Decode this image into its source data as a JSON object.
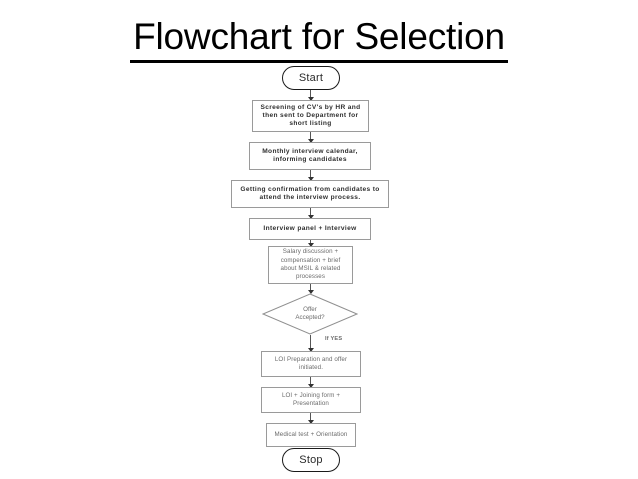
{
  "page": {
    "title": "Flowchart for Selection",
    "background_color": "#ffffff",
    "text_color": "#3d3d3d"
  },
  "chart_data": {
    "type": "diagram",
    "diagram_kind": "flowchart",
    "title": "Flowchart for Selection",
    "orientation": "top-to-bottom",
    "nodes": [
      {
        "id": "start",
        "shape": "terminal",
        "label": "Start"
      },
      {
        "id": "screening",
        "shape": "process",
        "label": "Screening of CV's by HR and then sent to Department for short listing"
      },
      {
        "id": "calendar",
        "shape": "process",
        "label": "Monthly interview calendar, informing candidates"
      },
      {
        "id": "confirm",
        "shape": "process",
        "label": "Getting confirmation from candidates to attend the interview process."
      },
      {
        "id": "panel",
        "shape": "process",
        "label": "Interview panel + Interview"
      },
      {
        "id": "salary",
        "shape": "process",
        "label": "Salary discussion + compensation + brief about MSIL & related processes"
      },
      {
        "id": "offer",
        "shape": "decision",
        "label": "Offer Accepted?"
      },
      {
        "id": "loi",
        "shape": "process",
        "label": "LOI Preparation and offer initiated."
      },
      {
        "id": "joining",
        "shape": "process",
        "label": "LOI + Joining form + Presentation"
      },
      {
        "id": "medical",
        "shape": "process",
        "label": "Medical test + Orientation"
      },
      {
        "id": "stop",
        "shape": "terminal",
        "label": "Stop"
      }
    ],
    "edges": [
      {
        "from": "start",
        "to": "screening",
        "label": ""
      },
      {
        "from": "screening",
        "to": "calendar",
        "label": ""
      },
      {
        "from": "calendar",
        "to": "confirm",
        "label": ""
      },
      {
        "from": "confirm",
        "to": "panel",
        "label": ""
      },
      {
        "from": "panel",
        "to": "salary",
        "label": ""
      },
      {
        "from": "salary",
        "to": "offer",
        "label": ""
      },
      {
        "from": "offer",
        "to": "loi",
        "label": "If YES"
      },
      {
        "from": "loi",
        "to": "joining",
        "label": ""
      },
      {
        "from": "joining",
        "to": "medical",
        "label": ""
      },
      {
        "from": "medical",
        "to": "stop",
        "label": ""
      }
    ]
  },
  "flow": {
    "start_label": "Start",
    "screening_label": "Screening of CV's by HR and then sent to Department for short listing",
    "calendar_label": "Monthly interview calendar, informing candidates",
    "confirm_label": "Getting confirmation from candidates to attend the interview process.",
    "panel_label": "Interview panel + Interview",
    "salary_label": "Salary discussion + compensation + brief about MSIL & related processes",
    "offer_line1": "Offer",
    "offer_line2": "Accepted?",
    "if_yes_label": "If YES",
    "loi_label": "LOI Preparation and offer initiated.",
    "joining_label": "LOI + Joining form + Presentation",
    "medical_label": "Medical test + Orientation",
    "stop_label": "Stop"
  }
}
